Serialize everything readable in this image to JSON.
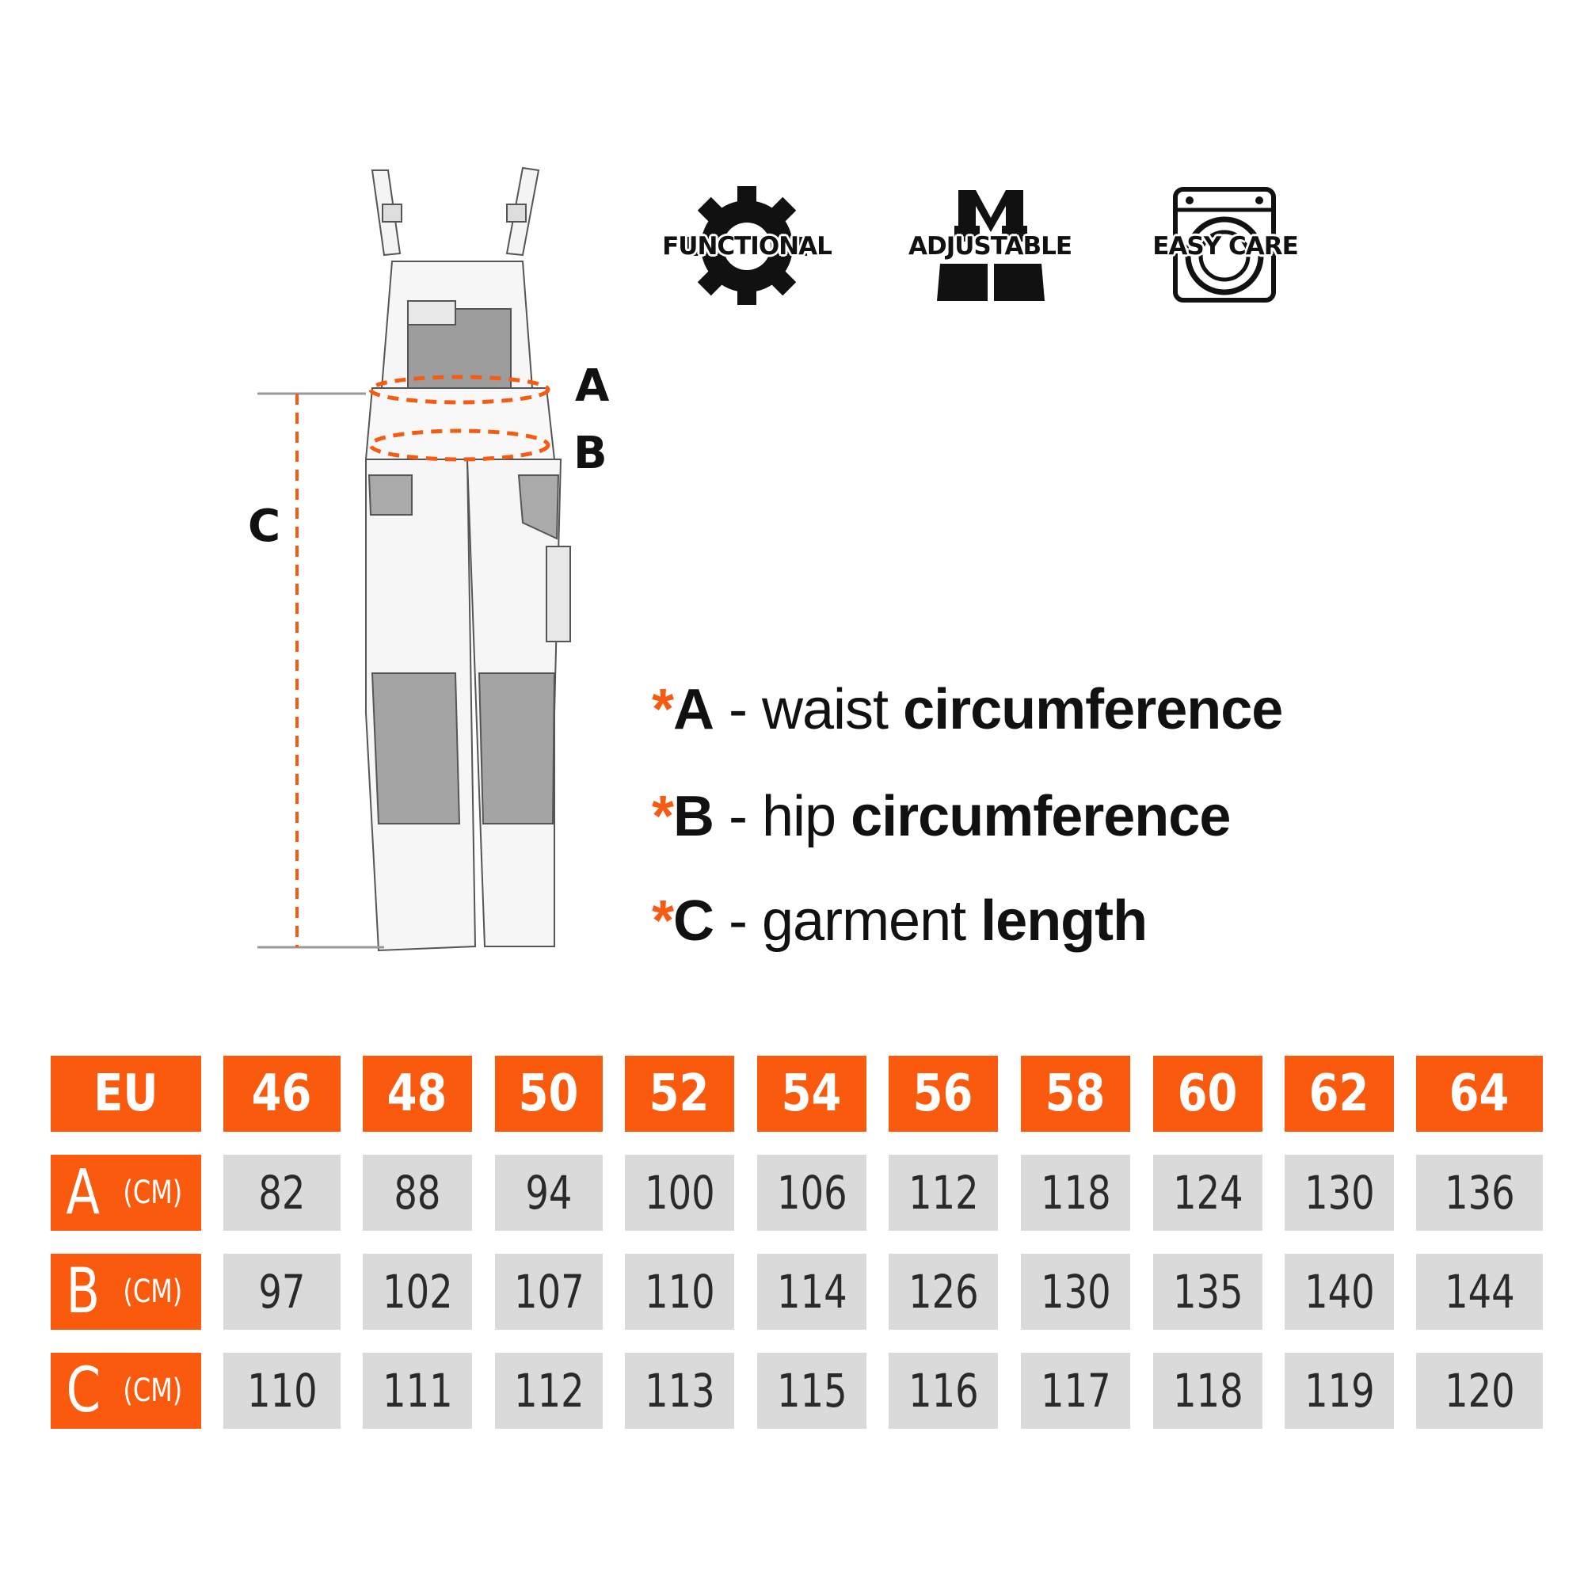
{
  "diagram_labels": {
    "a": "A",
    "b": "B",
    "c": "C"
  },
  "features": [
    {
      "label": "FUNCTIONAL",
      "icon": "gear-icon"
    },
    {
      "label": "ADJUSTABLE",
      "icon": "suspenders-icon"
    },
    {
      "label": "EASY CARE",
      "icon": "washing-machine-icon"
    }
  ],
  "legend": [
    {
      "star": "*",
      "key": "A",
      "dash": " - ",
      "light": "waist ",
      "bold": "circumference"
    },
    {
      "star": "*",
      "key": "B",
      "dash": " - ",
      "light": "hip ",
      "bold": "circumference"
    },
    {
      "star": "*",
      "key": "C",
      "dash": " - ",
      "light": "garment ",
      "bold": "length"
    }
  ],
  "table": {
    "corner": "EU",
    "sizes": [
      "46",
      "48",
      "50",
      "52",
      "54",
      "56",
      "58",
      "60",
      "62",
      "64"
    ],
    "rows": [
      {
        "label": "A",
        "unit": "(CM)",
        "values": [
          "82",
          "88",
          "94",
          "100",
          "106",
          "112",
          "118",
          "124",
          "130",
          "136"
        ]
      },
      {
        "label": "B",
        "unit": "(CM)",
        "values": [
          "97",
          "102",
          "107",
          "110",
          "114",
          "126",
          "130",
          "135",
          "140",
          "144"
        ]
      },
      {
        "label": "C",
        "unit": "(CM)",
        "values": [
          "110",
          "111",
          "112",
          "113",
          "115",
          "116",
          "117",
          "118",
          "119",
          "120"
        ]
      }
    ]
  },
  "colors": {
    "accent": "#fa5a0e",
    "cell": "#dadada",
    "text": "#111111"
  }
}
